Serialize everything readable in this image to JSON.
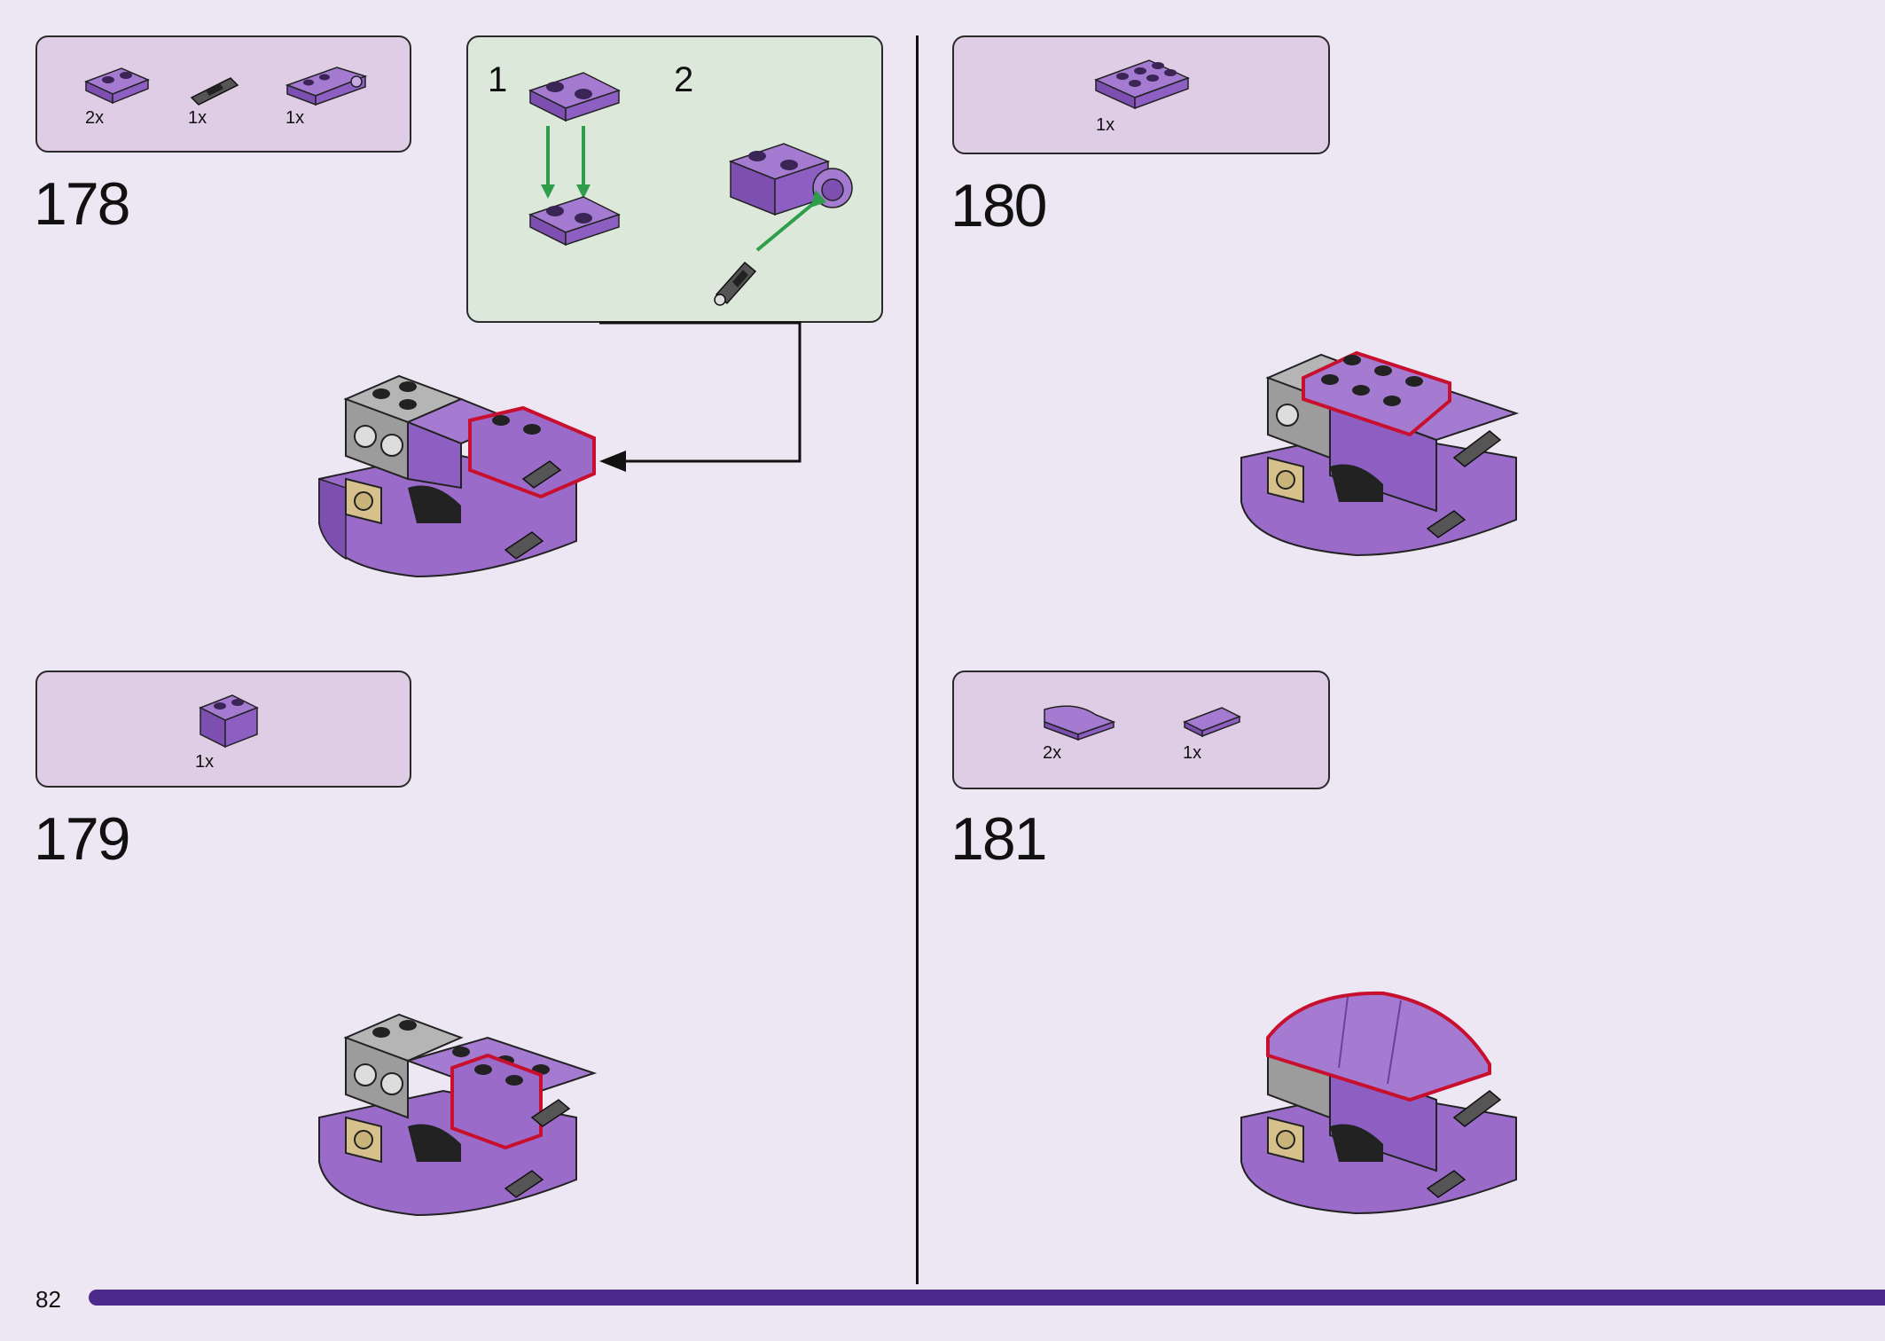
{
  "page": {
    "number": "82"
  },
  "steps": [
    {
      "number": "178",
      "parts": [
        {
          "icon": "plate-1x2-icon",
          "count": "2x"
        },
        {
          "icon": "connector-pin-icon",
          "count": "1x"
        },
        {
          "icon": "plate-with-pin-hole-icon",
          "count": "1x"
        }
      ],
      "subassembly": {
        "step1": "1",
        "step2": "2"
      }
    },
    {
      "number": "179",
      "parts": [
        {
          "icon": "brick-1x2-icon",
          "count": "1x"
        }
      ]
    },
    {
      "number": "180",
      "parts": [
        {
          "icon": "plate-2x3-icon",
          "count": "1x"
        }
      ]
    },
    {
      "number": "181",
      "parts": [
        {
          "icon": "curved-slope-icon",
          "count": "2x"
        },
        {
          "icon": "tile-1x2-icon",
          "count": "1x"
        }
      ]
    }
  ],
  "colors": {
    "background": "#ede6f3",
    "parts_box": "#dfcde6",
    "subassembly_box": "#dbe8da",
    "brick_purple": "#9b6bc9",
    "highlight_red": "#c8102e",
    "arrow_green": "#2e9e4a",
    "page_bar": "#4c2a8c"
  }
}
